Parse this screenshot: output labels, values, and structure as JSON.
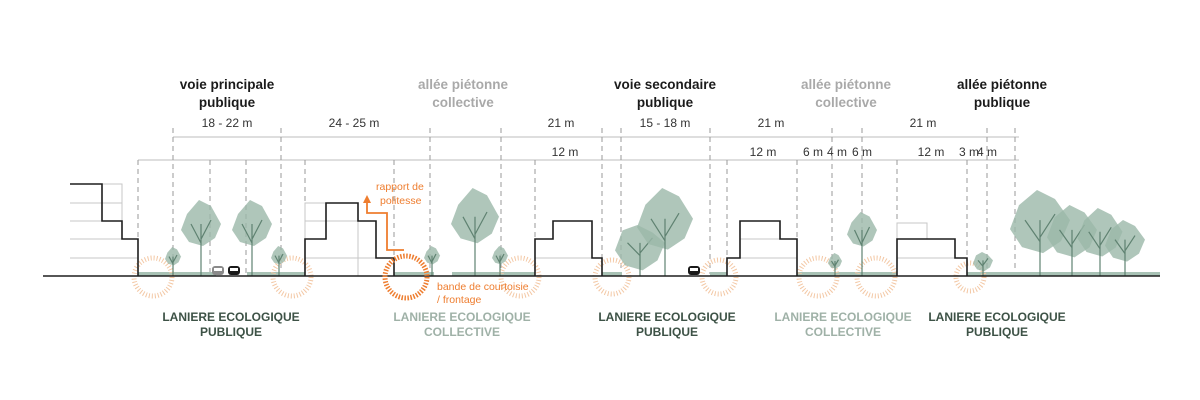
{
  "top_labels": [
    {
      "line1": "voie principale",
      "line2": "publique",
      "tone": "dark"
    },
    {
      "line1": "allée piétonne",
      "line2": "collective",
      "tone": "grey"
    },
    {
      "line1": "voie secondaire",
      "line2": "publique",
      "tone": "dark"
    },
    {
      "line1": "allée piétonne",
      "line2": "collective",
      "tone": "grey"
    },
    {
      "line1": "allée piétonne",
      "line2": "publique",
      "tone": "dark"
    }
  ],
  "dimensions_row1": [
    "18 - 22 m",
    "24 - 25 m",
    "21 m",
    "15 - 18 m",
    "21 m",
    "21 m"
  ],
  "dimensions_row2": [
    "12 m",
    "12 m",
    "6 m",
    "4 m",
    "6 m",
    "12 m",
    "3 m",
    "4 m"
  ],
  "annotations": {
    "rapport_line1": "rapport de",
    "rapport_line2": "politesse",
    "bande_line1": "bande de courtoisie",
    "bande_line2": "/ frontage"
  },
  "bottom_labels": [
    {
      "line1": "LANIERE ECOLOGIQUE",
      "line2": "PUBLIQUE",
      "tone": "dark"
    },
    {
      "line1": "LANIERE ECOLOGIQUE",
      "line2": "COLLECTIVE",
      "tone": "light"
    },
    {
      "line1": "LANIERE ECOLOGIQUE",
      "line2": "PUBLIQUE",
      "tone": "dark"
    },
    {
      "line1": "LANIERE ECOLOGIQUE",
      "line2": "COLLECTIVE",
      "tone": "light"
    },
    {
      "line1": "LANIERE ECOLOGIQUE",
      "line2": "PUBLIQUE",
      "tone": "dark"
    }
  ],
  "colors": {
    "accent": "#ee7d2f",
    "vegetation": "#9bb8a9",
    "label_dark": "#3d5246",
    "label_light": "#9fb1a7"
  }
}
